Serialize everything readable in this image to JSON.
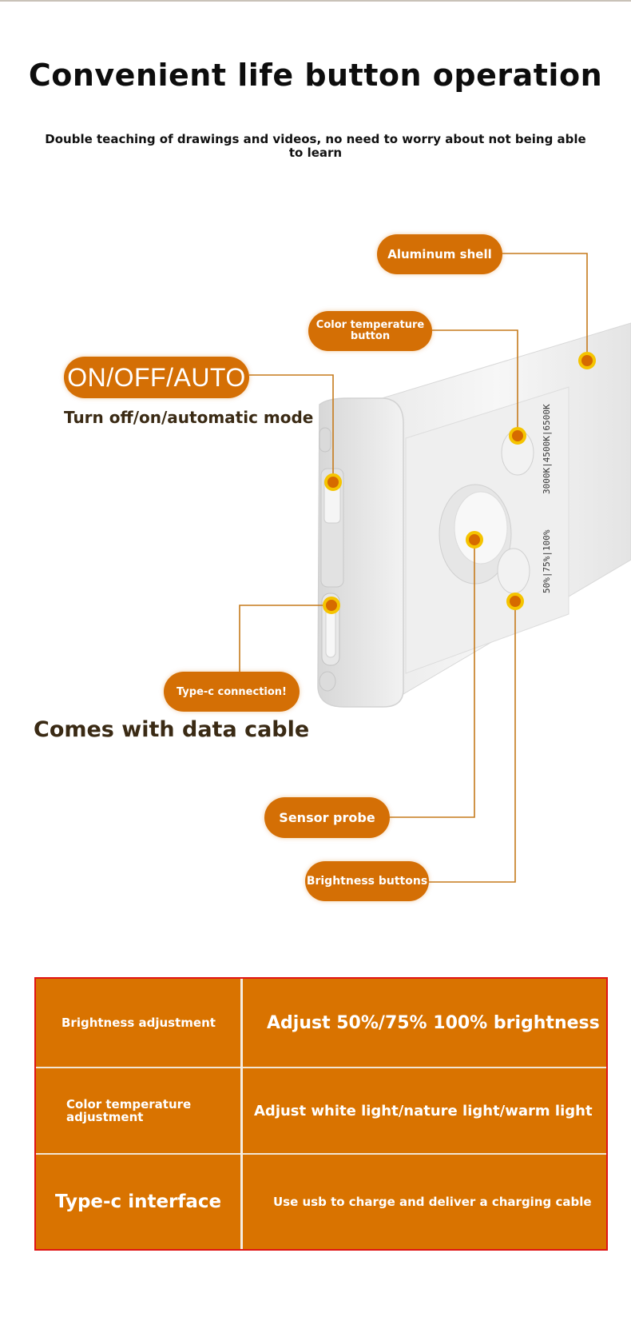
{
  "header": {
    "title": "Convenient life button operation",
    "subtitle": "Double teaching of drawings and videos, no need to worry about not being able to learn"
  },
  "callouts": {
    "aluminum_shell": "Aluminum shell",
    "color_temperature_button": "Color temperature button",
    "on_off_auto": "ON/OFF/AUTO",
    "on_off_caption": "Turn off/on/automatic mode",
    "type_c_connection": "Type-c connection!",
    "cable_caption": "Comes with data cable",
    "sensor_probe": "Sensor probe",
    "brightness_buttons": "Brightness buttons"
  },
  "device_labels": {
    "color_temps": "3000K|4500K|6500K",
    "brightness_levels": "50%|75%|100%"
  },
  "colors": {
    "accent_orange": "#d46f05",
    "table_fill": "#d97300",
    "table_border": "#e01515",
    "marker_yellow": "#f5c400"
  },
  "spec_table": {
    "rows": [
      {
        "feature": "Brightness adjustment",
        "description": "Adjust 50%/75% 100% brightness"
      },
      {
        "feature": "Color temperature adjustment",
        "description": "Adjust white light/nature light/warm light"
      },
      {
        "feature": "Type-c interface",
        "description": "Use usb to charge and deliver a charging cable"
      }
    ]
  }
}
